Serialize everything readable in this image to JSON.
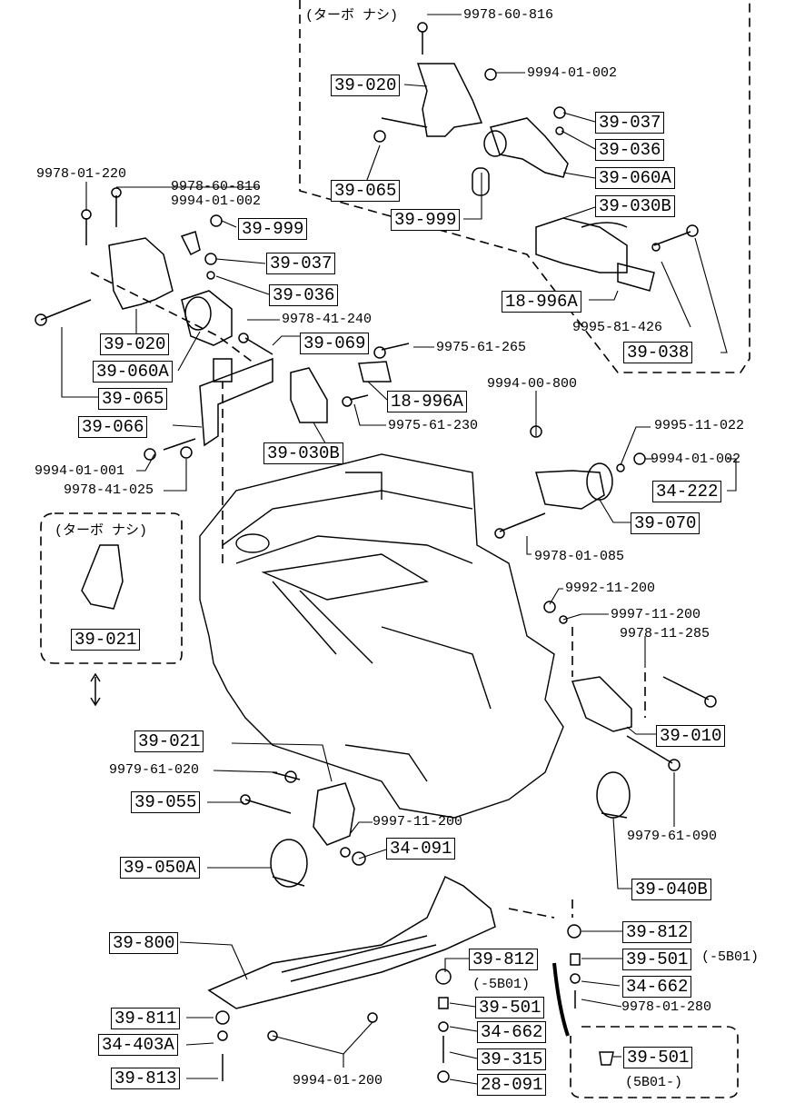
{
  "notes": {
    "turbo_none_top": "(ターボ ナシ)",
    "turbo_none_left": "(ターボ ナシ)",
    "serial_minus_5b01": "(-5B01)",
    "serial_minus_5b01_b": "(-5B01)",
    "serial_5b01_minus": "(5B01-)"
  },
  "part_numbers": {
    "p9978_60_816_top": "9978-60-816",
    "p9994_01_002_top": "9994-01-002",
    "p9978_01_220": "9978-01-220",
    "p9978_60_816_left": "9978-60-816",
    "p9994_01_002_left": "9994-01-002",
    "p9978_41_240": "9978-41-240",
    "p9975_61_265": "9975-61-265",
    "p9995_81_426": "9995-81-426",
    "p9994_00_800": "9994-00-800",
    "p9975_61_230": "9975-61-230",
    "p9995_11_022": "9995-11-022",
    "p9994_01_002_right": "9994-01-002",
    "p9994_01_001": "9994-01-001",
    "p9978_41_025": "9978-41-025",
    "p9978_01_085": "9978-01-085",
    "p9992_11_200": "9992-11-200",
    "p9997_11_200_right": "9997-11-200",
    "p9978_11_285": "9978-11-285",
    "p9979_61_020": "9979-61-020",
    "p9997_11_200_mid": "9997-11-200",
    "p9979_61_090": "9979-61-090",
    "p9978_01_280": "9978-01-280",
    "p9994_01_200": "9994-01-200"
  },
  "callouts": {
    "c39_020_top": "39-020",
    "c39_037_top": "39-037",
    "c39_036_top": "39-036",
    "c39_060A_top": "39-060A",
    "c39_065_top": "39-065",
    "c39_030B_top": "39-030B",
    "c39_999_top": "39-999",
    "c18_996A_top": "18-996A",
    "c39_038": "39-038",
    "c39_999_left": "39-999",
    "c39_037_left": "39-037",
    "c39_036_left": "39-036",
    "c39_020_left": "39-020",
    "c39_060A_left": "39-060A",
    "c39_065_left": "39-065",
    "c39_069": "39-069",
    "c18_996A_mid": "18-996A",
    "c39_066": "39-066",
    "c39_030B_mid": "39-030B",
    "c34_222": "34-222",
    "c39_070": "39-070",
    "c39_021_left": "39-021",
    "c39_010": "39-010",
    "c39_021_mid": "39-021",
    "c39_055": "39-055",
    "c34_091": "34-091",
    "c39_050A": "39-050A",
    "c39_040B": "39-040B",
    "c39_800": "39-800",
    "c39_812_right": "39-812",
    "c39_812_mid": "39-812",
    "c39_501_right": "39-501",
    "c34_662_right": "34-662",
    "c39_501_mid": "39-501",
    "c34_662_mid": "34-662",
    "c39_315": "39-315",
    "c28_091": "28-091",
    "c39_811": "39-811",
    "c34_403A": "34-403A",
    "c39_813": "39-813",
    "c39_501_box": "39-501"
  }
}
